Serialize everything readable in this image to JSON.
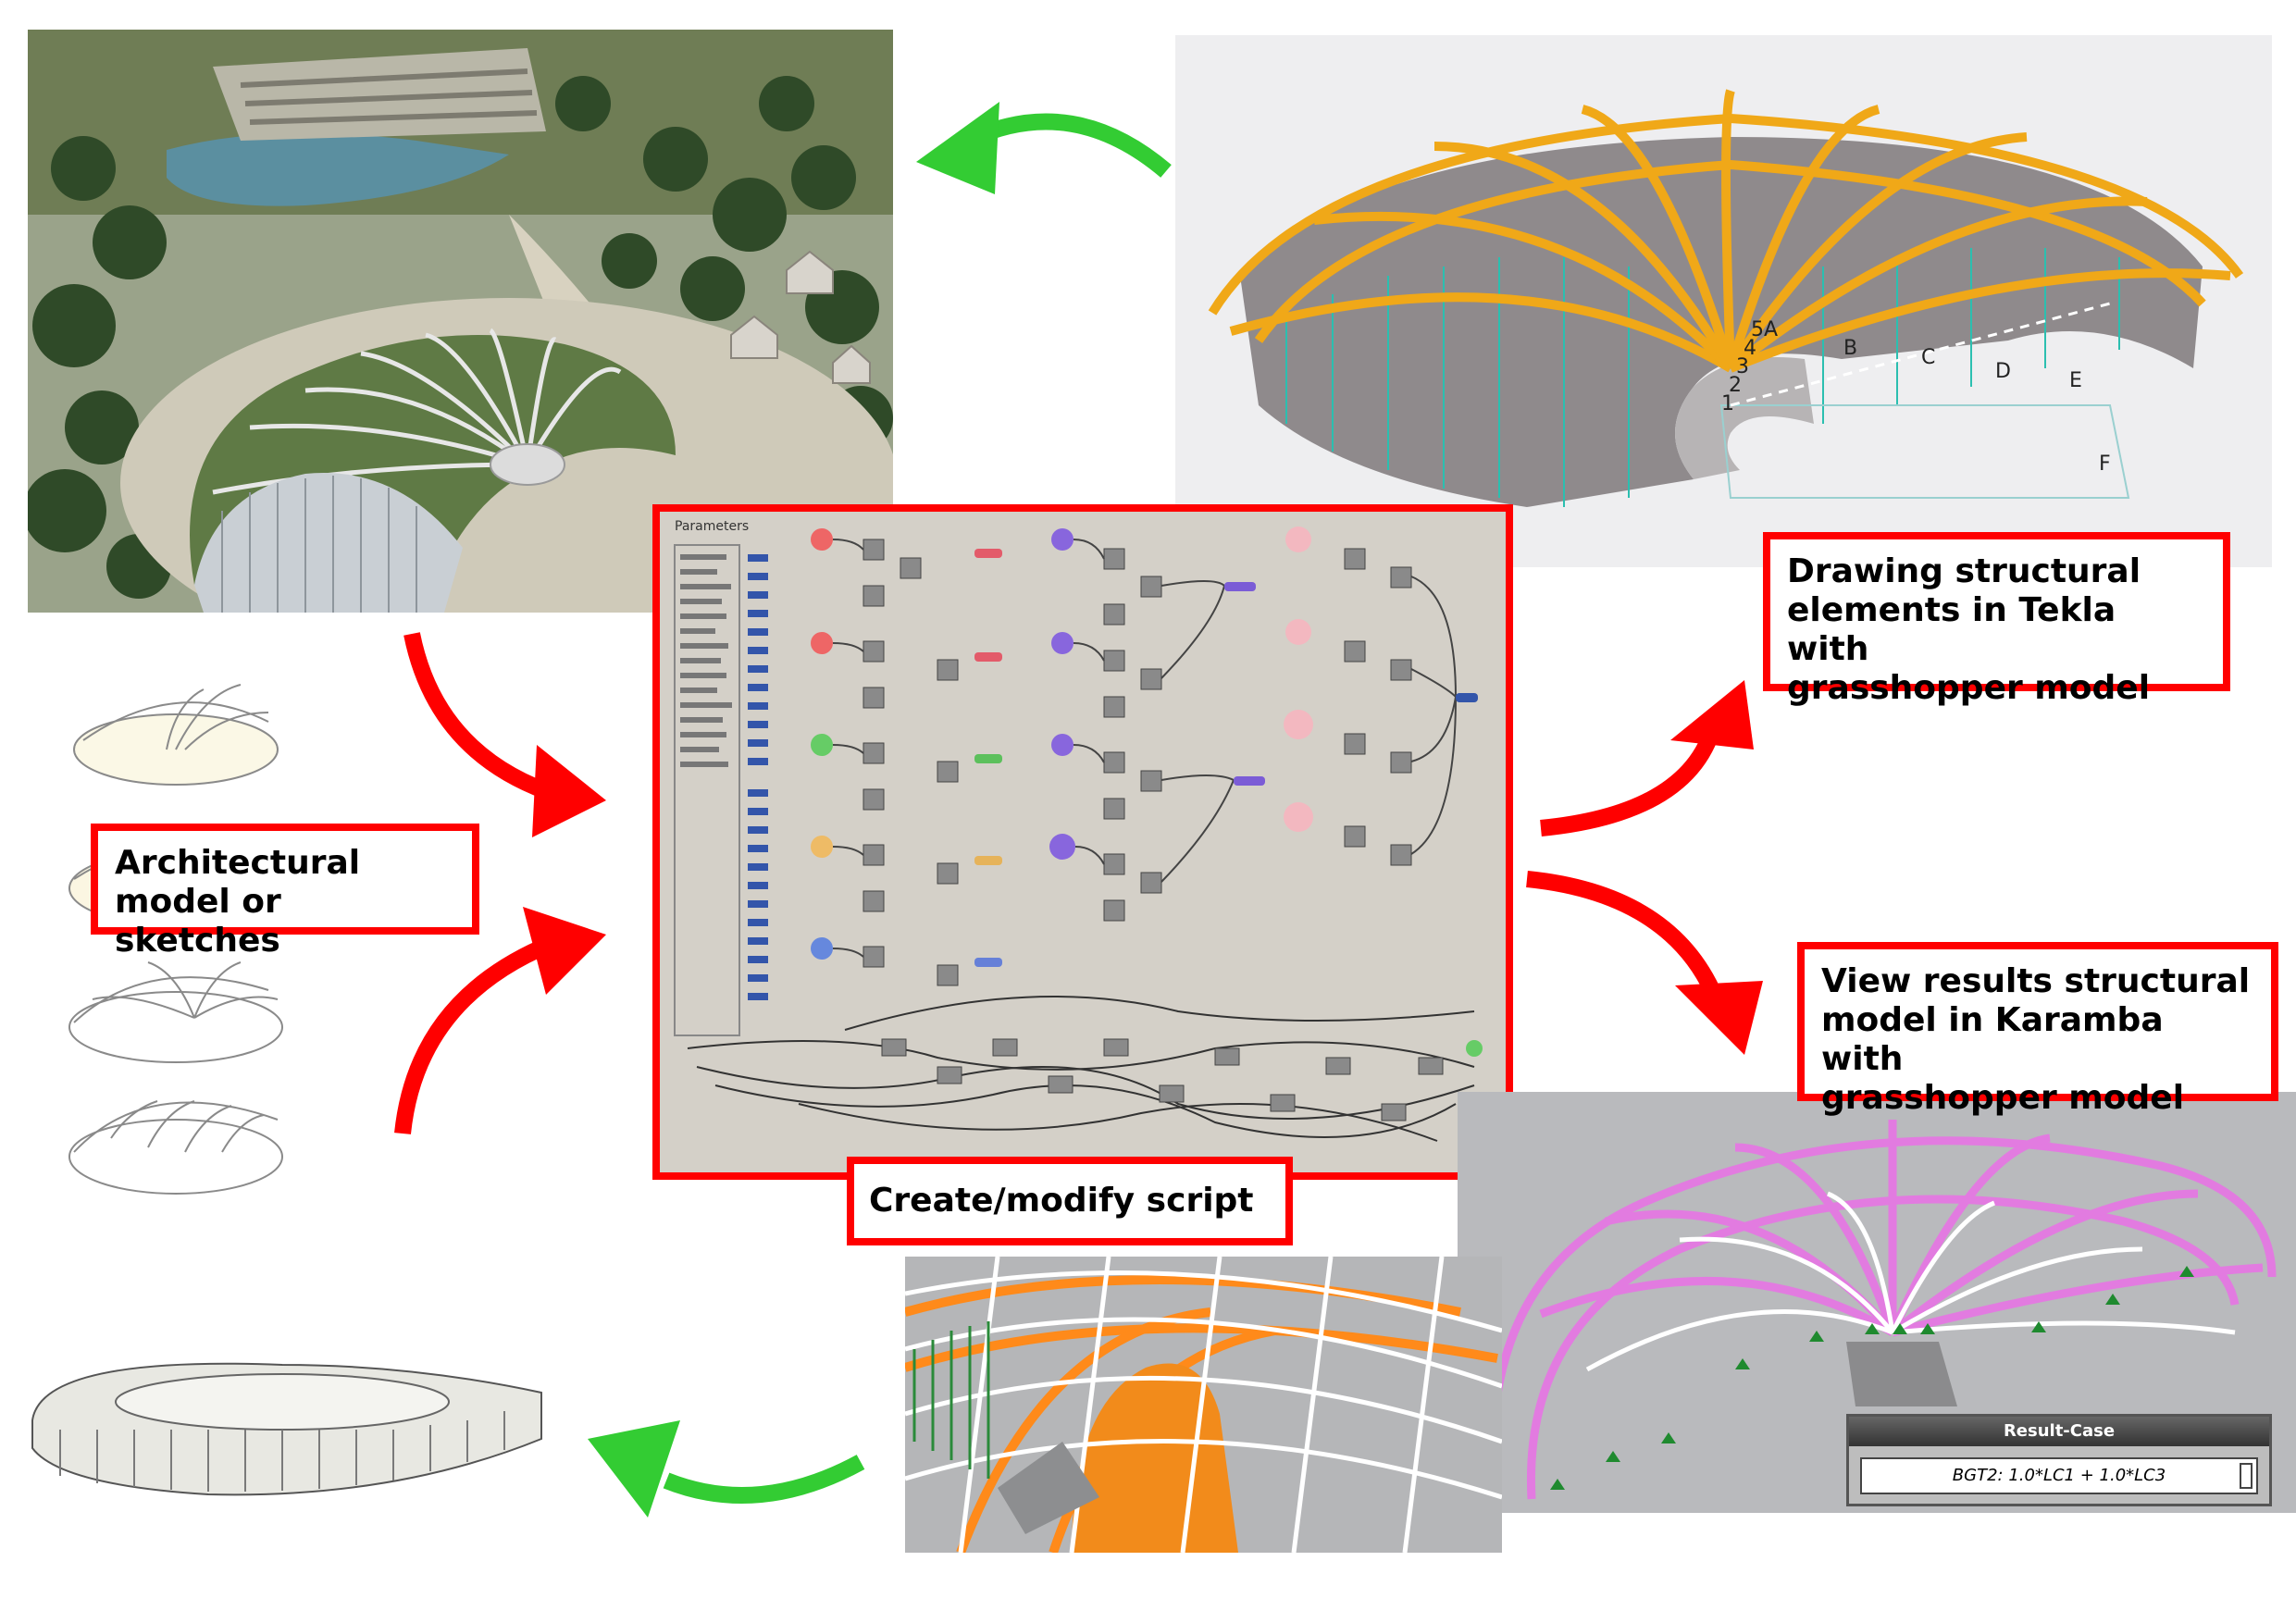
{
  "labels": {
    "architectural": "Architectural\nmodel or sketches",
    "tekla": "Drawing structural\nelements in Tekla with\ngrasshopper model",
    "karamba": "View results structural\nmodel in Karamba with\ngrasshopper model",
    "script": "Create/modify script"
  },
  "grasshopper": {
    "panel_title": "Parameters"
  },
  "tekla_grid": {
    "numbers": [
      "1",
      "2",
      "3",
      "4",
      "5",
      "A"
    ],
    "letters": [
      "A",
      "B",
      "C",
      "D",
      "E",
      "F"
    ]
  },
  "karamba": {
    "result_case_title": "Result-Case",
    "result_case_value": "BGT2: 1.0*LC1 + 1.0*LC3"
  },
  "colors": {
    "label_border": "#ff0000",
    "red_arrow": "#ff0000",
    "green_arrow": "#33cc33",
    "tekla_members": "#f0a818",
    "karamba_members": "#e060e0",
    "canvas_bg": "#d4d0c8"
  }
}
